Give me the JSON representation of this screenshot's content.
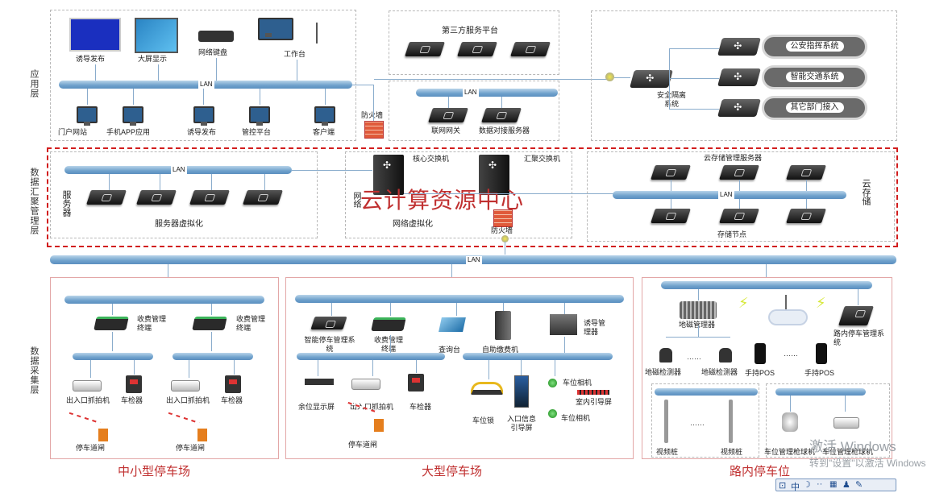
{
  "bus_label": "LAN",
  "layers": {
    "app": "应用层",
    "data_mgmt": "数据汇聚管理层",
    "collect": "数据采集层"
  },
  "app": {
    "top_devices": [
      "诱导发布",
      "大屏显示",
      "网络键盘",
      "工作台"
    ],
    "bottom_devices": [
      "门户网站",
      "手机APP应用",
      "诱导发布",
      "管控平台",
      "客户端"
    ],
    "firewall": "防火墙"
  },
  "third_party": {
    "title": "第三方服务平台",
    "devices": [
      "联网网关",
      "数据对接服务器"
    ]
  },
  "isolation": {
    "device": "安全隔离\n系统",
    "targets": [
      "公安指挥系统",
      "智能交通系统",
      "其它部门接入"
    ]
  },
  "cloud_center": {
    "title": "云计算资源中心",
    "server_side": "服务器",
    "server_virt": "服务器虚拟化",
    "network_side": "网络",
    "core_switch": "核心交换机",
    "agg_switch": "汇聚交换机",
    "network_virt": "网络虚拟化",
    "firewall": "防火墙",
    "storage_mgmt": "云存储管理服务器",
    "storage_nodes": "存储节点",
    "storage_side": "云存储"
  },
  "small_lot": {
    "title": "中小型停车场",
    "fee_terminal": "收费管理终端",
    "camera": "出入口抓拍机",
    "detector": "车检器",
    "barrier": "停车道闸"
  },
  "large_lot": {
    "title": "大型停车场",
    "devices": [
      "智能停车管理系统",
      "收费管理终端",
      "查询台",
      "自助缴费机",
      "诱导管理器"
    ],
    "lower": [
      "余位显示屏",
      "出入口抓拍机",
      "车检器",
      "停车道闸"
    ],
    "spot": [
      "车位锁",
      "入口信息引导屏",
      "车位相机",
      "室内引导屏",
      "车位相机"
    ]
  },
  "street": {
    "title": "路内停车位",
    "mag_manager": "地磁管理器",
    "mag_detector": "地磁检测器",
    "pos": "手持POS",
    "street_system": "路内停车管理系统",
    "video_pile": "视频桩",
    "spot_cam": "车位管理枪球机",
    "dots": "……"
  },
  "watermark": {
    "line1": "激活 Windows",
    "line2": "转到\"设置\"以激活 Windows"
  },
  "taskbar": {
    "lang": "中",
    "dots": "··"
  },
  "colors": {
    "bus": "#6fa1cc",
    "red": "#d21e1e",
    "title": "#c03030"
  }
}
